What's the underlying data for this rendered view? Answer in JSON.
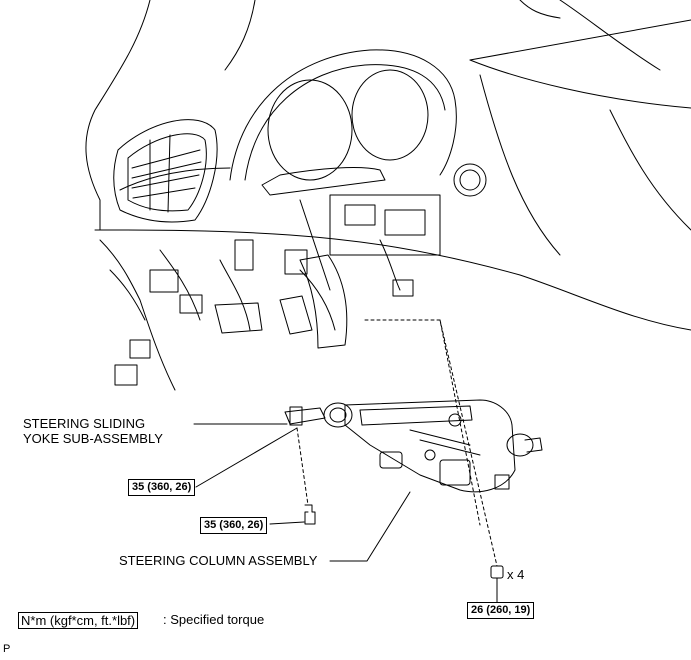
{
  "labels": {
    "sliding_yoke_line1": "STEERING SLIDING",
    "sliding_yoke_line2": "YOKE SUB-ASSEMBLY",
    "column_assembly": "STEERING COLUMN ASSEMBLY"
  },
  "torques": {
    "yoke_bolt": "35 (360, 26)",
    "lower_bolt": "35 (360, 26)",
    "nuts": "26 (260, 19)"
  },
  "nut_count": "x 4",
  "legend": {
    "unit": "N*m (kgf*cm, ft.*lbf)",
    "text": ": Specified torque"
  },
  "corner_mark": "P"
}
